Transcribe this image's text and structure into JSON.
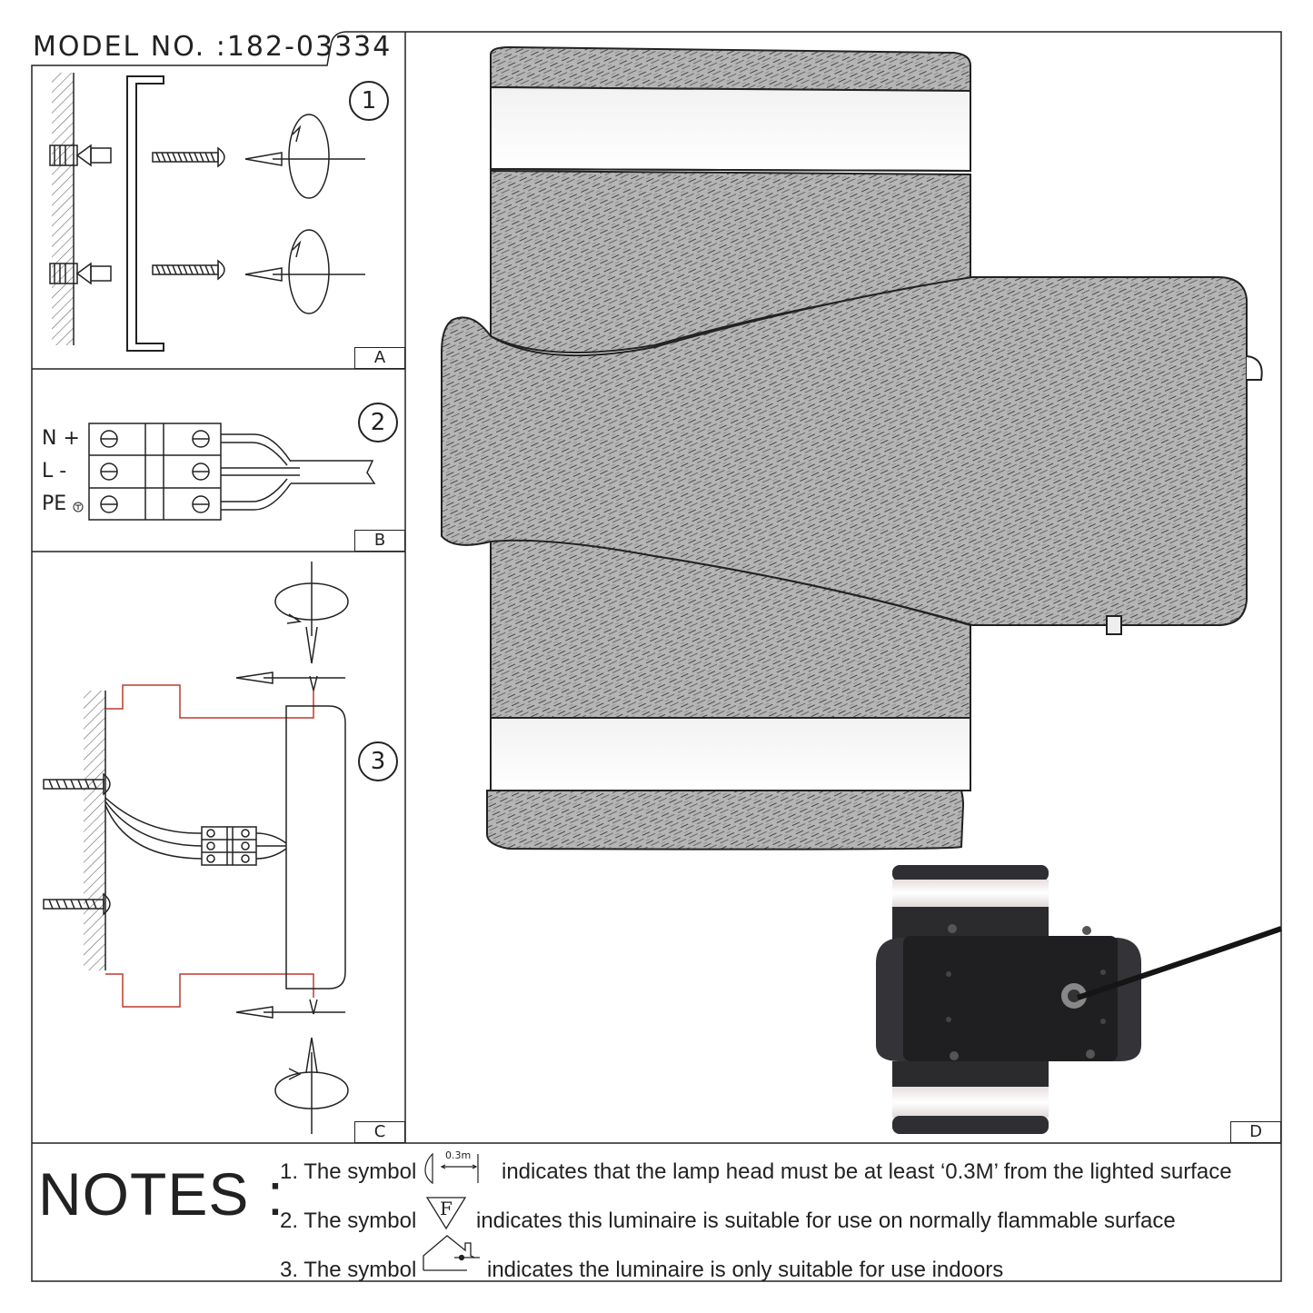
{
  "header": {
    "model_text": "MODEL NO. :182-03334"
  },
  "panels": {
    "a": {
      "label": "A",
      "step": "1"
    },
    "b": {
      "label": "B",
      "step": "2",
      "terminals": [
        "N +",
        "L -",
        "PE"
      ]
    },
    "c": {
      "label": "C",
      "step": "3"
    },
    "d": {
      "label": "D"
    }
  },
  "notes": {
    "title": "NOTES :",
    "items": [
      {
        "prefix": "1. The symbol",
        "symbol_text": "0.3m",
        "text": "indicates that the lamp head must be at least ‘0.3M’ from the lighted surface"
      },
      {
        "prefix": "2. The symbol",
        "symbol_text": "F",
        "text": "indicates this luminaire is suitable for use on normally flammable surface"
      },
      {
        "prefix": "3. The symbol",
        "symbol_text": "",
        "text": "indicates the luminaire is only suitable for use indoors"
      }
    ]
  },
  "colors": {
    "line": "#222222",
    "wire_red": "#c0392b",
    "metal_fill": "#a9a9a9",
    "photo_body": "#2b2b2e"
  },
  "icons": [
    "circled-earth-icon",
    "distance-symbol-icon",
    "flammable-surface-icon",
    "indoor-house-icon"
  ]
}
